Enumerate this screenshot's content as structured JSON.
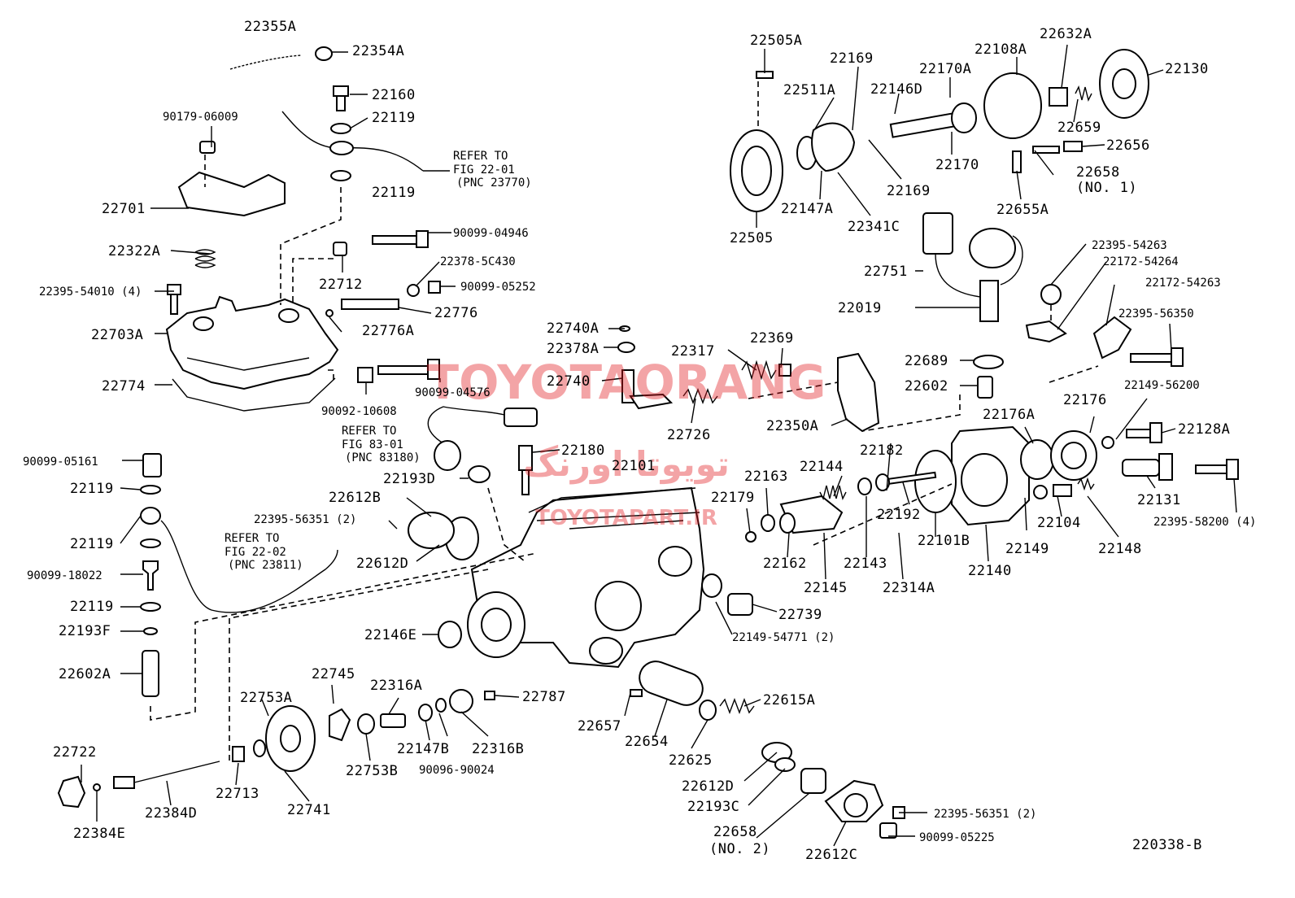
{
  "diagram": {
    "figure_code": "220338-B",
    "watermark": {
      "brand": "TOYOTAORANG",
      "persian": "تویوتا اورنگ",
      "site": "TOYOTAPART.IR"
    },
    "labels": [
      "22355A",
      "22354A",
      "22160",
      "22119",
      "90179-06009",
      "22119",
      "22701",
      "22322A",
      "22395-54010 (4)",
      "22703A",
      "22774",
      "90099-04946",
      "22712",
      "22378-5C430",
      "90099-05252",
      "22776",
      "22776A",
      "22740A",
      "22378A",
      "22740",
      "90092-10608",
      "90099-04576",
      "22180",
      "22193D",
      "22612B",
      "22395-56351 (2)",
      "22612D",
      "90099-05161",
      "22119",
      "22119",
      "90099-18022",
      "22119",
      "22193F",
      "22602A",
      "22505A",
      "22169",
      "22511A",
      "22170A",
      "22146D",
      "22108A",
      "22632A",
      "22130",
      "22659",
      "22656",
      "22170",
      "22169",
      "22658",
      "(NO. 1)",
      "22147A",
      "22341C",
      "22505",
      "22655A",
      "22751",
      "22019",
      "22395-54263",
      "22172-54264",
      "22172-54263",
      "22395-56350",
      "22369",
      "22317",
      "22726",
      "22350A",
      "22689",
      "22602",
      "22149-56200",
      "22176",
      "22176A",
      "22128A",
      "22101",
      "22182",
      "22163",
      "22144",
      "22179",
      "22192",
      "22162",
      "22143",
      "22145",
      "22314A",
      "22101B",
      "22140",
      "22104",
      "22149",
      "22148",
      "22131",
      "22395-58200 (4)",
      "22739",
      "22149-54771 (2)",
      "22146E",
      "22745",
      "22316A",
      "22787",
      "22753A",
      "22147B",
      "22316B",
      "90096-90024",
      "22753B",
      "22722",
      "22713",
      "22741",
      "22384D",
      "22384E",
      "22657",
      "22654",
      "22625",
      "22615A",
      "22612D",
      "22193C",
      "22658",
      "(NO. 2)",
      "22612C",
      "22395-56351 (2)",
      "90099-05225"
    ],
    "refs": [
      [
        "REFER TO",
        "FIG 22-01",
        "(PNC 23770)"
      ],
      [
        "REFER TO",
        "FIG 83-01",
        "(PNC 83180)"
      ],
      [
        "REFER TO",
        "FIG 22-02",
        "(PNC 23811)"
      ]
    ]
  }
}
